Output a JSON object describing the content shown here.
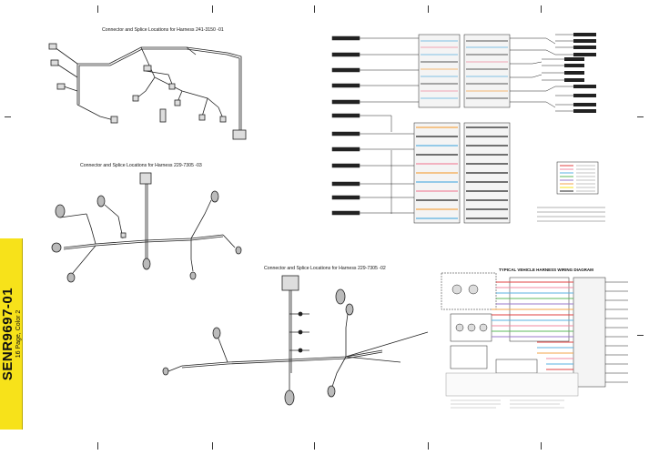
{
  "document": {
    "id_label": "SENR9697-01",
    "sub_label": "16 Page, Color 2"
  },
  "sections": {
    "harness_241": {
      "title": "Connector and Splice Locations for Harness 241-3150 -01"
    },
    "harness_229_03": {
      "title": "Connector and Splice Locations for Harness 229-7305 -03"
    },
    "harness_229_02": {
      "title": "Connector and Splice Locations for Harness 229-7305 -02"
    },
    "typical_wiring": {
      "title": "TYPICAL VEHICLE HARNESS WIRING DIAGRAM"
    }
  },
  "colors": {
    "tab": "#f7e21a",
    "wire": "#222222",
    "accent_blue": "#5ab0e0",
    "accent_pink": "#f08aa0",
    "accent_orange": "#f3a64a",
    "accent_green": "#5cb85c",
    "accent_purple": "#9a7acb",
    "accent_red": "#e04040"
  }
}
